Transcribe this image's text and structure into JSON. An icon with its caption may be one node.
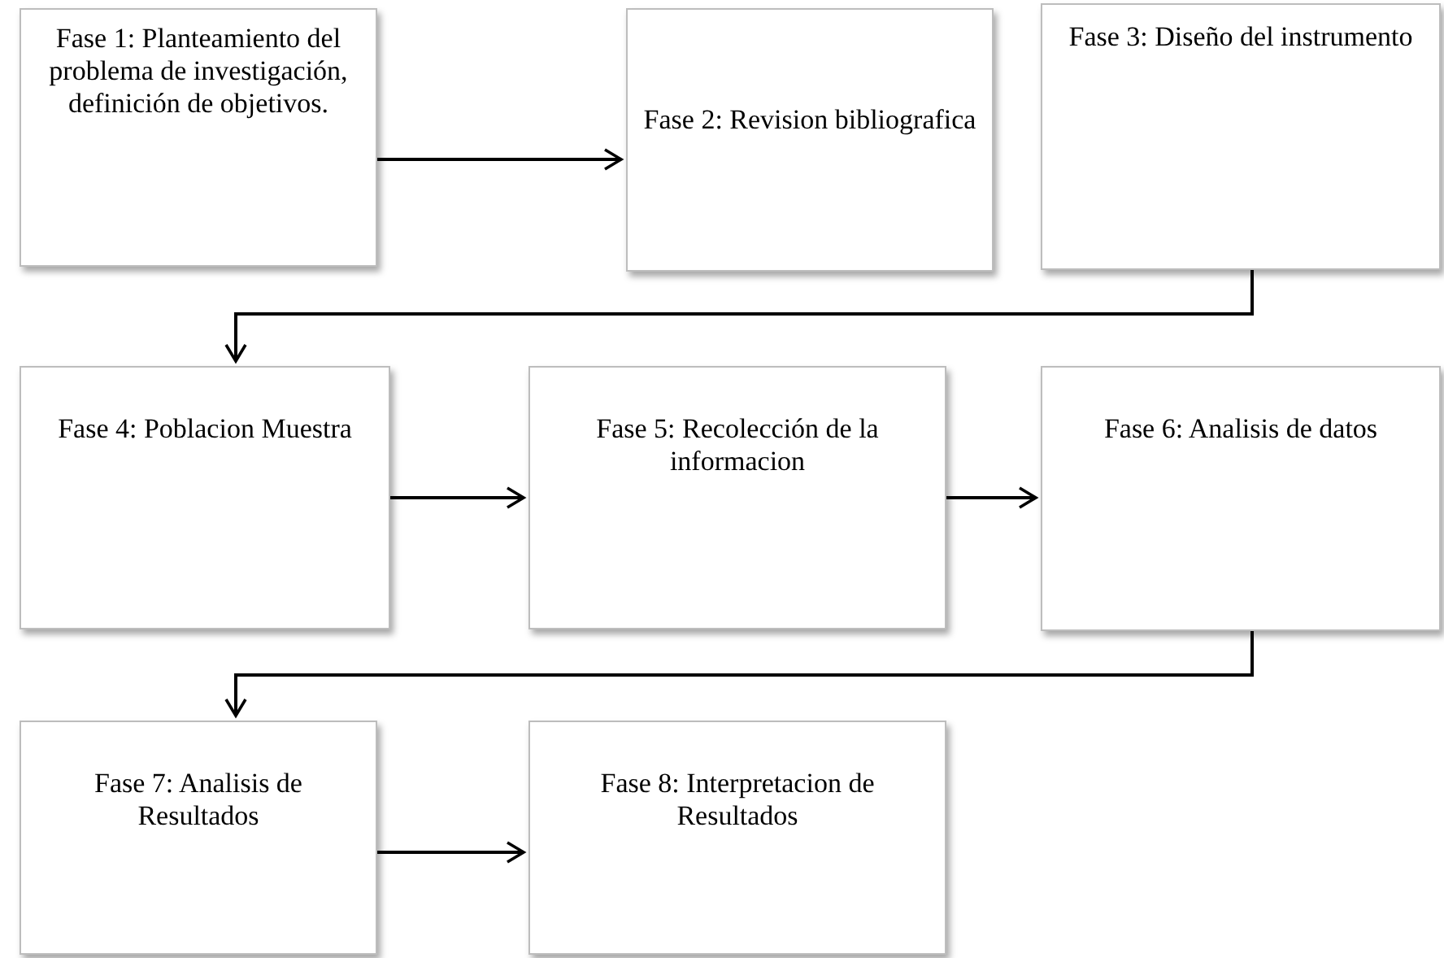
{
  "diagram": {
    "nodes": [
      {
        "text": [
          "Fase 1: Planteamiento del problema de investigación, definición de objetivos."
        ]
      },
      {
        "text": [
          "Fase 2: Revision bibliografica"
        ]
      },
      {
        "text": [
          "Fase 3: Diseño del instrumento"
        ]
      },
      {
        "text": [
          "Fase 4: Poblacion Muestra"
        ]
      },
      {
        "text": [
          "Fase 5: Recolección de la informacion"
        ]
      },
      {
        "text": [
          "Fase 6: Analisis de datos"
        ]
      },
      {
        "text": [
          "Fase 7: Analisis de Resultados"
        ]
      },
      {
        "text": [
          "Fase 8: Interpretacion de Resultados"
        ]
      }
    ],
    "edges": [
      {
        "from": 0,
        "to": 1,
        "arrow": "to"
      },
      {
        "from": 2,
        "to": 3,
        "arrow": "to"
      },
      {
        "from": 3,
        "to": 4,
        "arrow": "to"
      },
      {
        "from": 4,
        "to": 5,
        "arrow": "to"
      },
      {
        "from": 5,
        "to": 6,
        "arrow": "to"
      },
      {
        "from": 6,
        "to": 7,
        "arrow": "to"
      }
    ]
  }
}
